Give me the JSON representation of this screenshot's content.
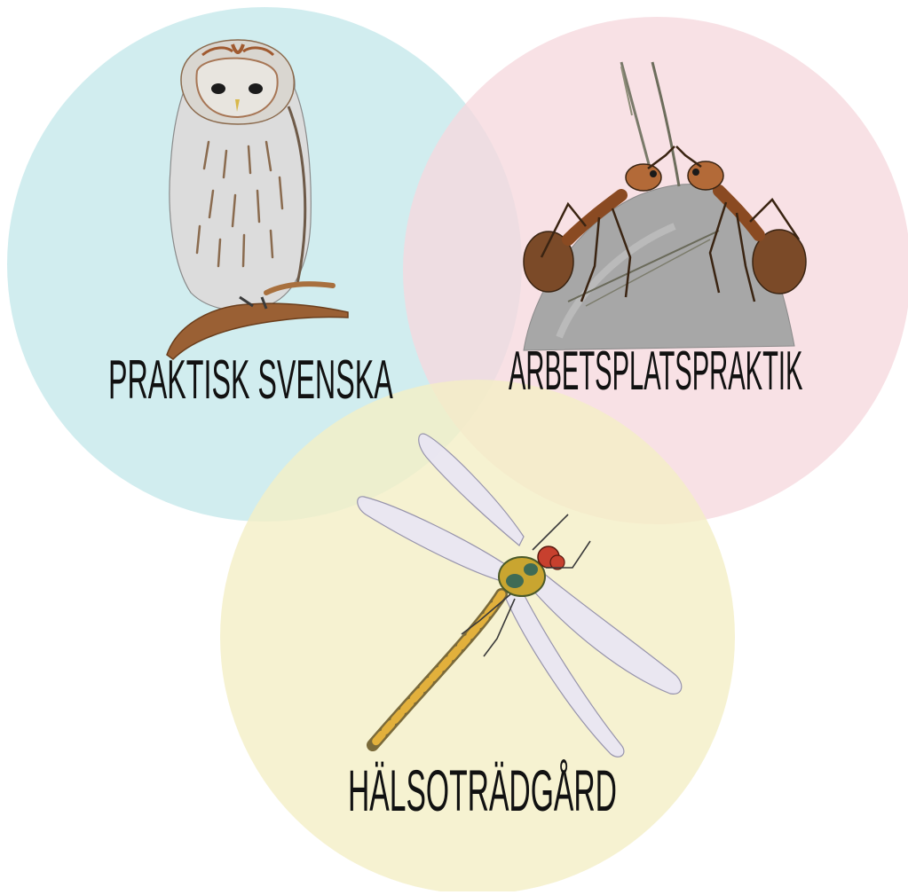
{
  "colors": {
    "circle_blue": "#cdebee",
    "circle_pink": "#f6d9de",
    "circle_yellow": "#f4efc6"
  },
  "circles": [
    {
      "id": "praktisk-svenska",
      "label": "PRAKTISK SVENSKA",
      "illustration": "owl-illustration"
    },
    {
      "id": "arbetsplatspraktik",
      "label": "ARBETSPLATSPRAKTIK",
      "illustration": "ants-illustration"
    },
    {
      "id": "halsotradgard",
      "label": "HÄLSOTRÄDGÅRD",
      "illustration": "dragonfly-illustration"
    }
  ]
}
